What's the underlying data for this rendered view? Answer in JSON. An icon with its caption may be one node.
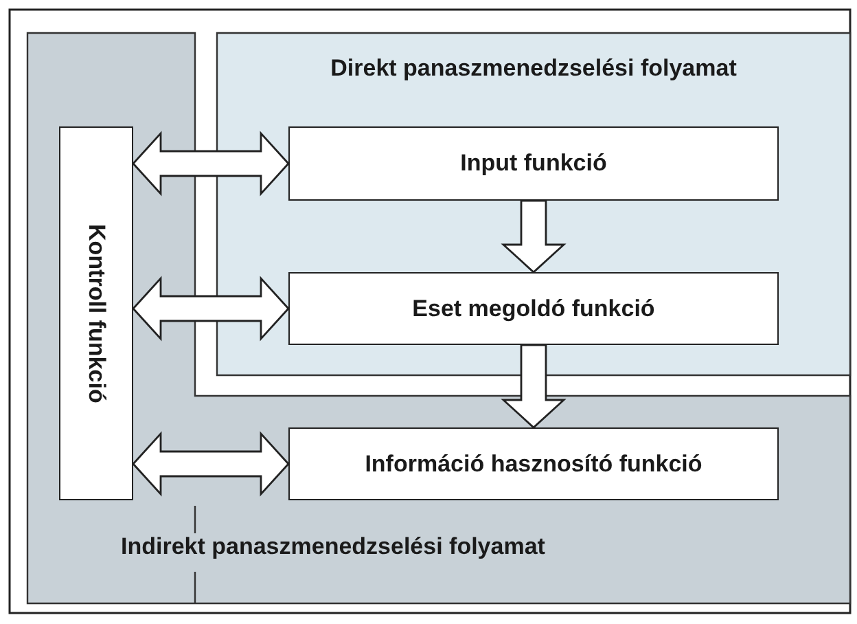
{
  "diagram": {
    "nodes": [
      {
        "text": [
          "Direkt panaszmenedzselési folyamat"
        ]
      },
      {
        "text": [
          "Indirekt panaszmenedzselési folyamat"
        ]
      },
      {
        "text": [
          "Kontroll funkció"
        ],
        "in": 1
      },
      {
        "text": [
          "Input funkció"
        ],
        "in": 0
      },
      {
        "text": [
          "Eset megoldó funkció"
        ],
        "in": 0
      },
      {
        "text": [
          "Információ hasznosító funkció"
        ],
        "in": 1
      }
    ],
    "edges": [
      {
        "from": 2,
        "to": 3,
        "arrow": "both"
      },
      {
        "from": 2,
        "to": 4,
        "arrow": "both"
      },
      {
        "from": 2,
        "to": 5,
        "arrow": "both"
      },
      {
        "from": 3,
        "to": 4,
        "arrow": "to"
      },
      {
        "from": 4,
        "to": 5,
        "arrow": "to"
      }
    ]
  }
}
